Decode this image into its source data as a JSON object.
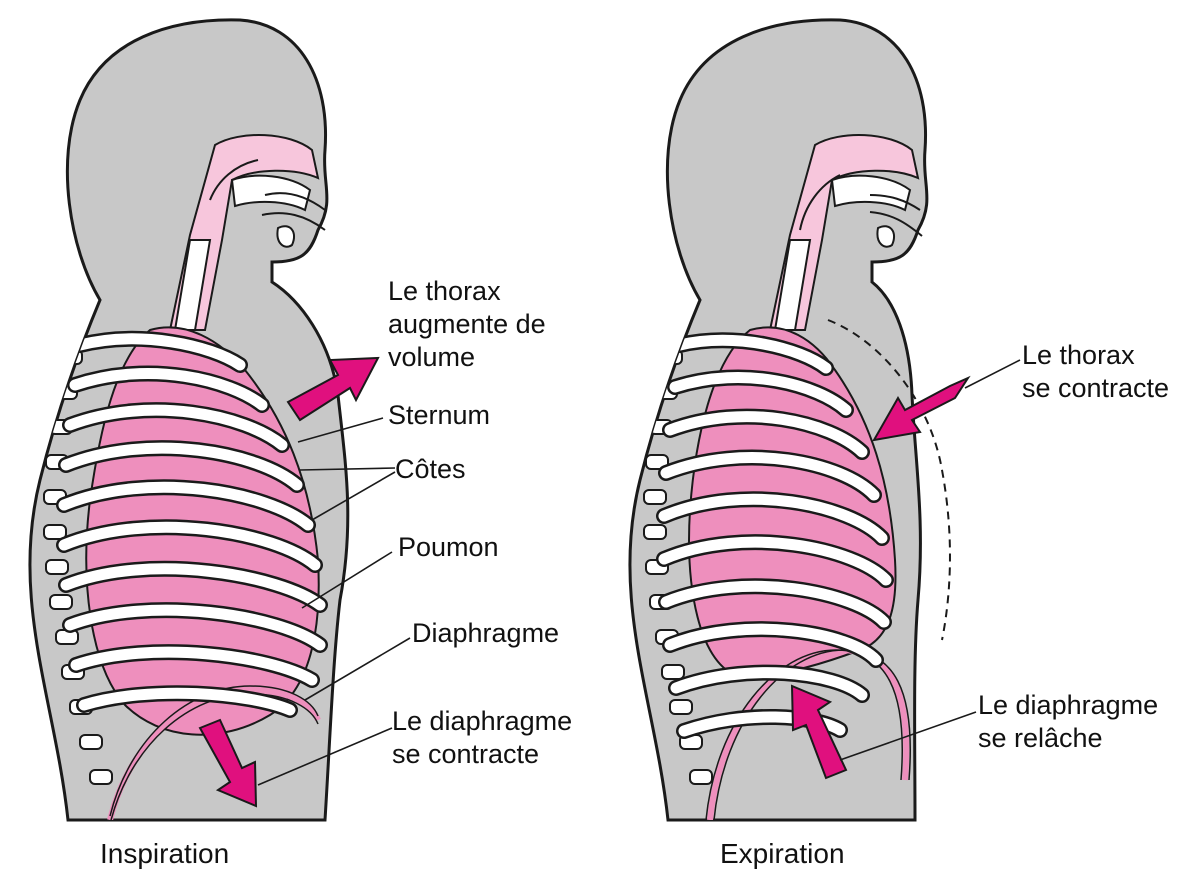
{
  "panels": [
    {
      "caption": "Inspiration",
      "labels": {
        "thorax": [
          "Le thorax",
          "augmente de",
          "volume"
        ],
        "sternum": "Sternum",
        "cotes": "Côtes",
        "poumon": "Poumon",
        "diaphragme": "Diaphragme",
        "diaphragme_action": [
          "Le diaphragme",
          "se contracte"
        ]
      }
    },
    {
      "caption": "Expiration",
      "labels": {
        "thorax": [
          "Le thorax",
          "se contracte"
        ],
        "diaphragme_action": [
          "Le diaphragme",
          "se relâche"
        ]
      }
    }
  ],
  "colors": {
    "body": "#c8c8c8",
    "outline": "#1a1a1a",
    "lung": "#ee8fbd",
    "airway": "#f7c6dc",
    "rib": "#ffffff",
    "arrow": "#e0107e"
  }
}
